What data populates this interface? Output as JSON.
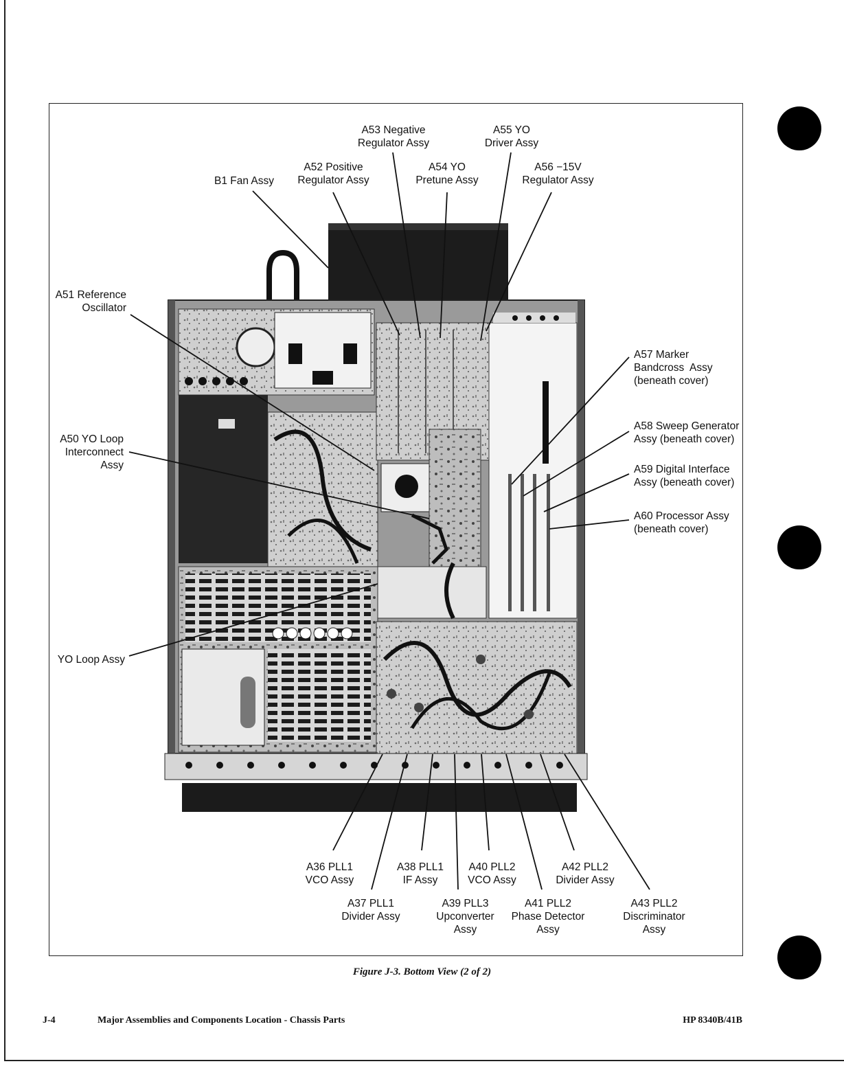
{
  "figure_caption": "Figure J-3. Bottom View (2 of 2)",
  "footer": {
    "page_number": "J-4",
    "section_title": "Major Assemblies and Components Location - Chassis Parts",
    "model": "HP 8340B/41B"
  },
  "labels": {
    "a53": "A53 Negative\nRegulator Assy",
    "a55": "A55 YO\nDriver Assy",
    "a52": "A52 Positive\nRegulator Assy",
    "a54": "A54 YO\nPretune Assy",
    "a56": "A56 −15V\nRegulator Assy",
    "b1": "B1 Fan Assy",
    "a51": "A51 Reference\nOscillator",
    "a50": "A50 YO Loop\nInterconnect\nAssy",
    "yo_loop": "YO Loop Assy",
    "a57": "A57 Marker\nBandcross  Assy\n(beneath cover)",
    "a58": "A58 Sweep Generator\nAssy (beneath cover)",
    "a59": "A59 Digital Interface\nAssy (beneath cover)",
    "a60": "A60 Processor Assy\n(beneath cover)",
    "a36": "A36 PLL1\nVCO Assy",
    "a37": "A37 PLL1\nDivider Assy",
    "a38": "A38 PLL1\nIF Assy",
    "a39": "A39 PLL3\nUpconverter\nAssy",
    "a40": "A40 PLL2\nVCO Assy",
    "a41": "A41 PLL2\nPhase Detector\nAssy",
    "a42": "A42 PLL2\nDivider Assy",
    "a43": "A43 PLL2\nDiscriminator\nAssy"
  }
}
